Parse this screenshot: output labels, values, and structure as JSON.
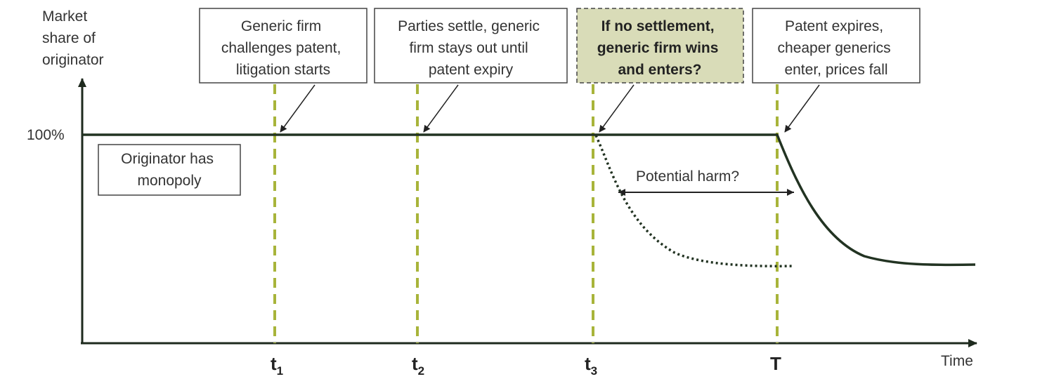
{
  "y_axis_label": [
    "Market",
    "share of",
    "originator"
  ],
  "x_axis_label": "Time",
  "y_tick_label": "100%",
  "monopoly_box": [
    "Originator has",
    "monopoly"
  ],
  "potential_harm_label": "Potential harm?",
  "events": [
    {
      "id": "t1",
      "tick_main": "t",
      "tick_sub": "1",
      "lines": [
        "Generic firm",
        "challenges patent,",
        "litigation starts"
      ],
      "emphasis": false
    },
    {
      "id": "t2",
      "tick_main": "t",
      "tick_sub": "2",
      "lines": [
        "Parties settle, generic",
        "firm stays out until",
        "patent expiry"
      ],
      "emphasis": false
    },
    {
      "id": "t3",
      "tick_main": "t",
      "tick_sub": "3",
      "lines": [
        "If no settlement,",
        "generic firm wins",
        "and enters?"
      ],
      "emphasis": true
    },
    {
      "id": "T",
      "tick_main": "T",
      "tick_sub": "",
      "lines": [
        "Patent expires,",
        "cheaper generics",
        "enter, prices fall"
      ],
      "emphasis": false
    }
  ],
  "colors": {
    "axis": "#1e2a1e",
    "share_line": "#223322",
    "event_dash": "#a8b43a",
    "highlight_fill": "#d9dcb8",
    "box_border": "#444444"
  }
}
